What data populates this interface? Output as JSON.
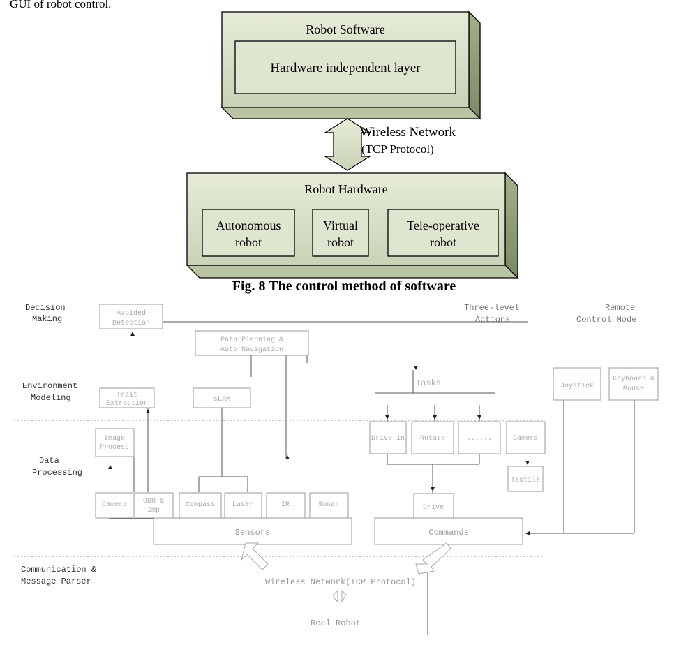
{
  "header_text": "GUI of robot control.",
  "fig8": {
    "software_title": "Robot Software",
    "independent_layer": "Hardware independent layer",
    "network_line1": "Wireless Network",
    "network_line2": "(TCP Protocol)",
    "hardware_title": "Robot Hardware",
    "autonomous_line1": "Autonomous",
    "autonomous_line2": "robot",
    "virtual_line1": "Virtual",
    "virtual_line2": "robot",
    "teleop_line1": "Tele-operative",
    "teleop_line2": "robot",
    "caption": "Fig. 8  The control method of software"
  },
  "fig9": {
    "labels": {
      "decision_1": "Decision",
      "decision_2": "Making",
      "env_1": "Environment",
      "env_2": "Modeling",
      "data_1": "Data",
      "data_2": "Processing",
      "comm_1": "Communication &",
      "comm_2": "Message Parser",
      "three_level_1": "Three-level",
      "three_level_2": "Actions",
      "remote_1": "Remote",
      "remote_2": "Control Mode"
    },
    "boxes": {
      "avoided_1": "Avoided",
      "avoided_2": "Detection",
      "path_1": "Path Planning &",
      "path_2": "Auto Navigation",
      "trait_1": "Trait",
      "trait_2": "Extraction",
      "slam": "SLAM",
      "tasks": "Tasks",
      "image_1": "Image",
      "image_2": "Process",
      "camera_left": "Camera",
      "odr_1": "ODR &",
      "odr_2": "Imp",
      "compass": "Compass",
      "laser": "Laser",
      "ir": "IR",
      "sonar": "Sonar",
      "drive_in": "Drive-in",
      "rotate": "Rotate",
      "dots": "......",
      "camera_right": "Camera",
      "drive": "Drive",
      "joystick": "Joystick",
      "keyboard_1": "Keyboard &",
      "keyboard_2": "Mouse",
      "tactile": "Tactile",
      "sensors": "Sensors",
      "commands": "Commands",
      "wireless": "Wireless Network(TCP Protocol)",
      "real_robot": "Real Robot"
    }
  }
}
